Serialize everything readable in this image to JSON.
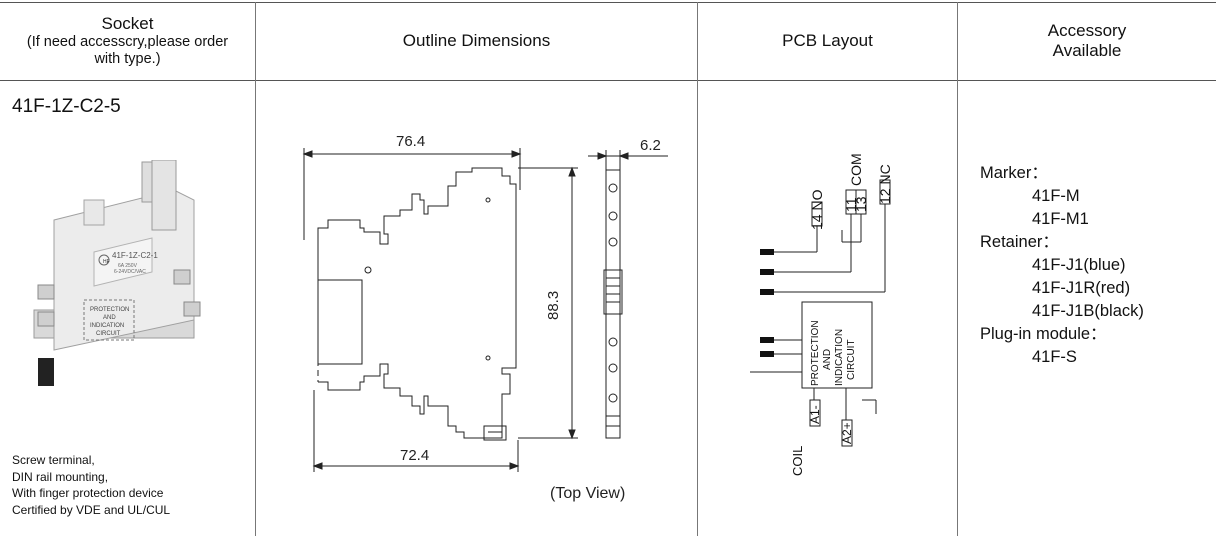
{
  "header": {
    "col1_title": "Socket",
    "col1_subtitle": "(If need accesscry,please order with type.)",
    "col2": "Outline Dimensions",
    "col3": "PCB Layout",
    "col4": "Accessory Available"
  },
  "socket": {
    "model": "41F-1Z-C2-5",
    "photo_text": {
      "brand": "HF",
      "model": "41F-1Z-C2-1",
      "rating1": "6A 250V",
      "rating2": "6-24VDC/VAC",
      "circuit1": "PROTECTION",
      "circuit2": "AND",
      "circuit3": "INDICATION",
      "circuit4": "CIRCUIT"
    },
    "notes": [
      "Screw terminal,",
      "DIN rail mounting,",
      "With finger protection device",
      "Certified by VDE and UL/CUL"
    ]
  },
  "outline": {
    "dim_width": "76.4",
    "dim_depth": "6.2",
    "dim_height": "88.3",
    "dim_base": "72.4",
    "view_label": "(Top View)"
  },
  "pcb": {
    "no": "14 NO",
    "com_a": "11",
    "com_b": "13",
    "com_label": "COM",
    "nc": "12 NC",
    "circuit1": "PROTECTION",
    "circuit2": "AND",
    "circuit3": "INDICATION",
    "circuit4": "CIRCUIT",
    "a1": "A1-",
    "a2": "A2+",
    "coil": "COIL"
  },
  "accessory": {
    "marker_label": "Marker：",
    "marker_items": [
      "41F-M",
      "41F-M1"
    ],
    "retainer_label": "Retainer：",
    "retainer_items": [
      "41F-J1(blue)",
      "41F-J1R(red)",
      "41F-J1B(black)"
    ],
    "plugin_label": "Plug-in module：",
    "plugin_items": [
      "41F-S"
    ]
  }
}
